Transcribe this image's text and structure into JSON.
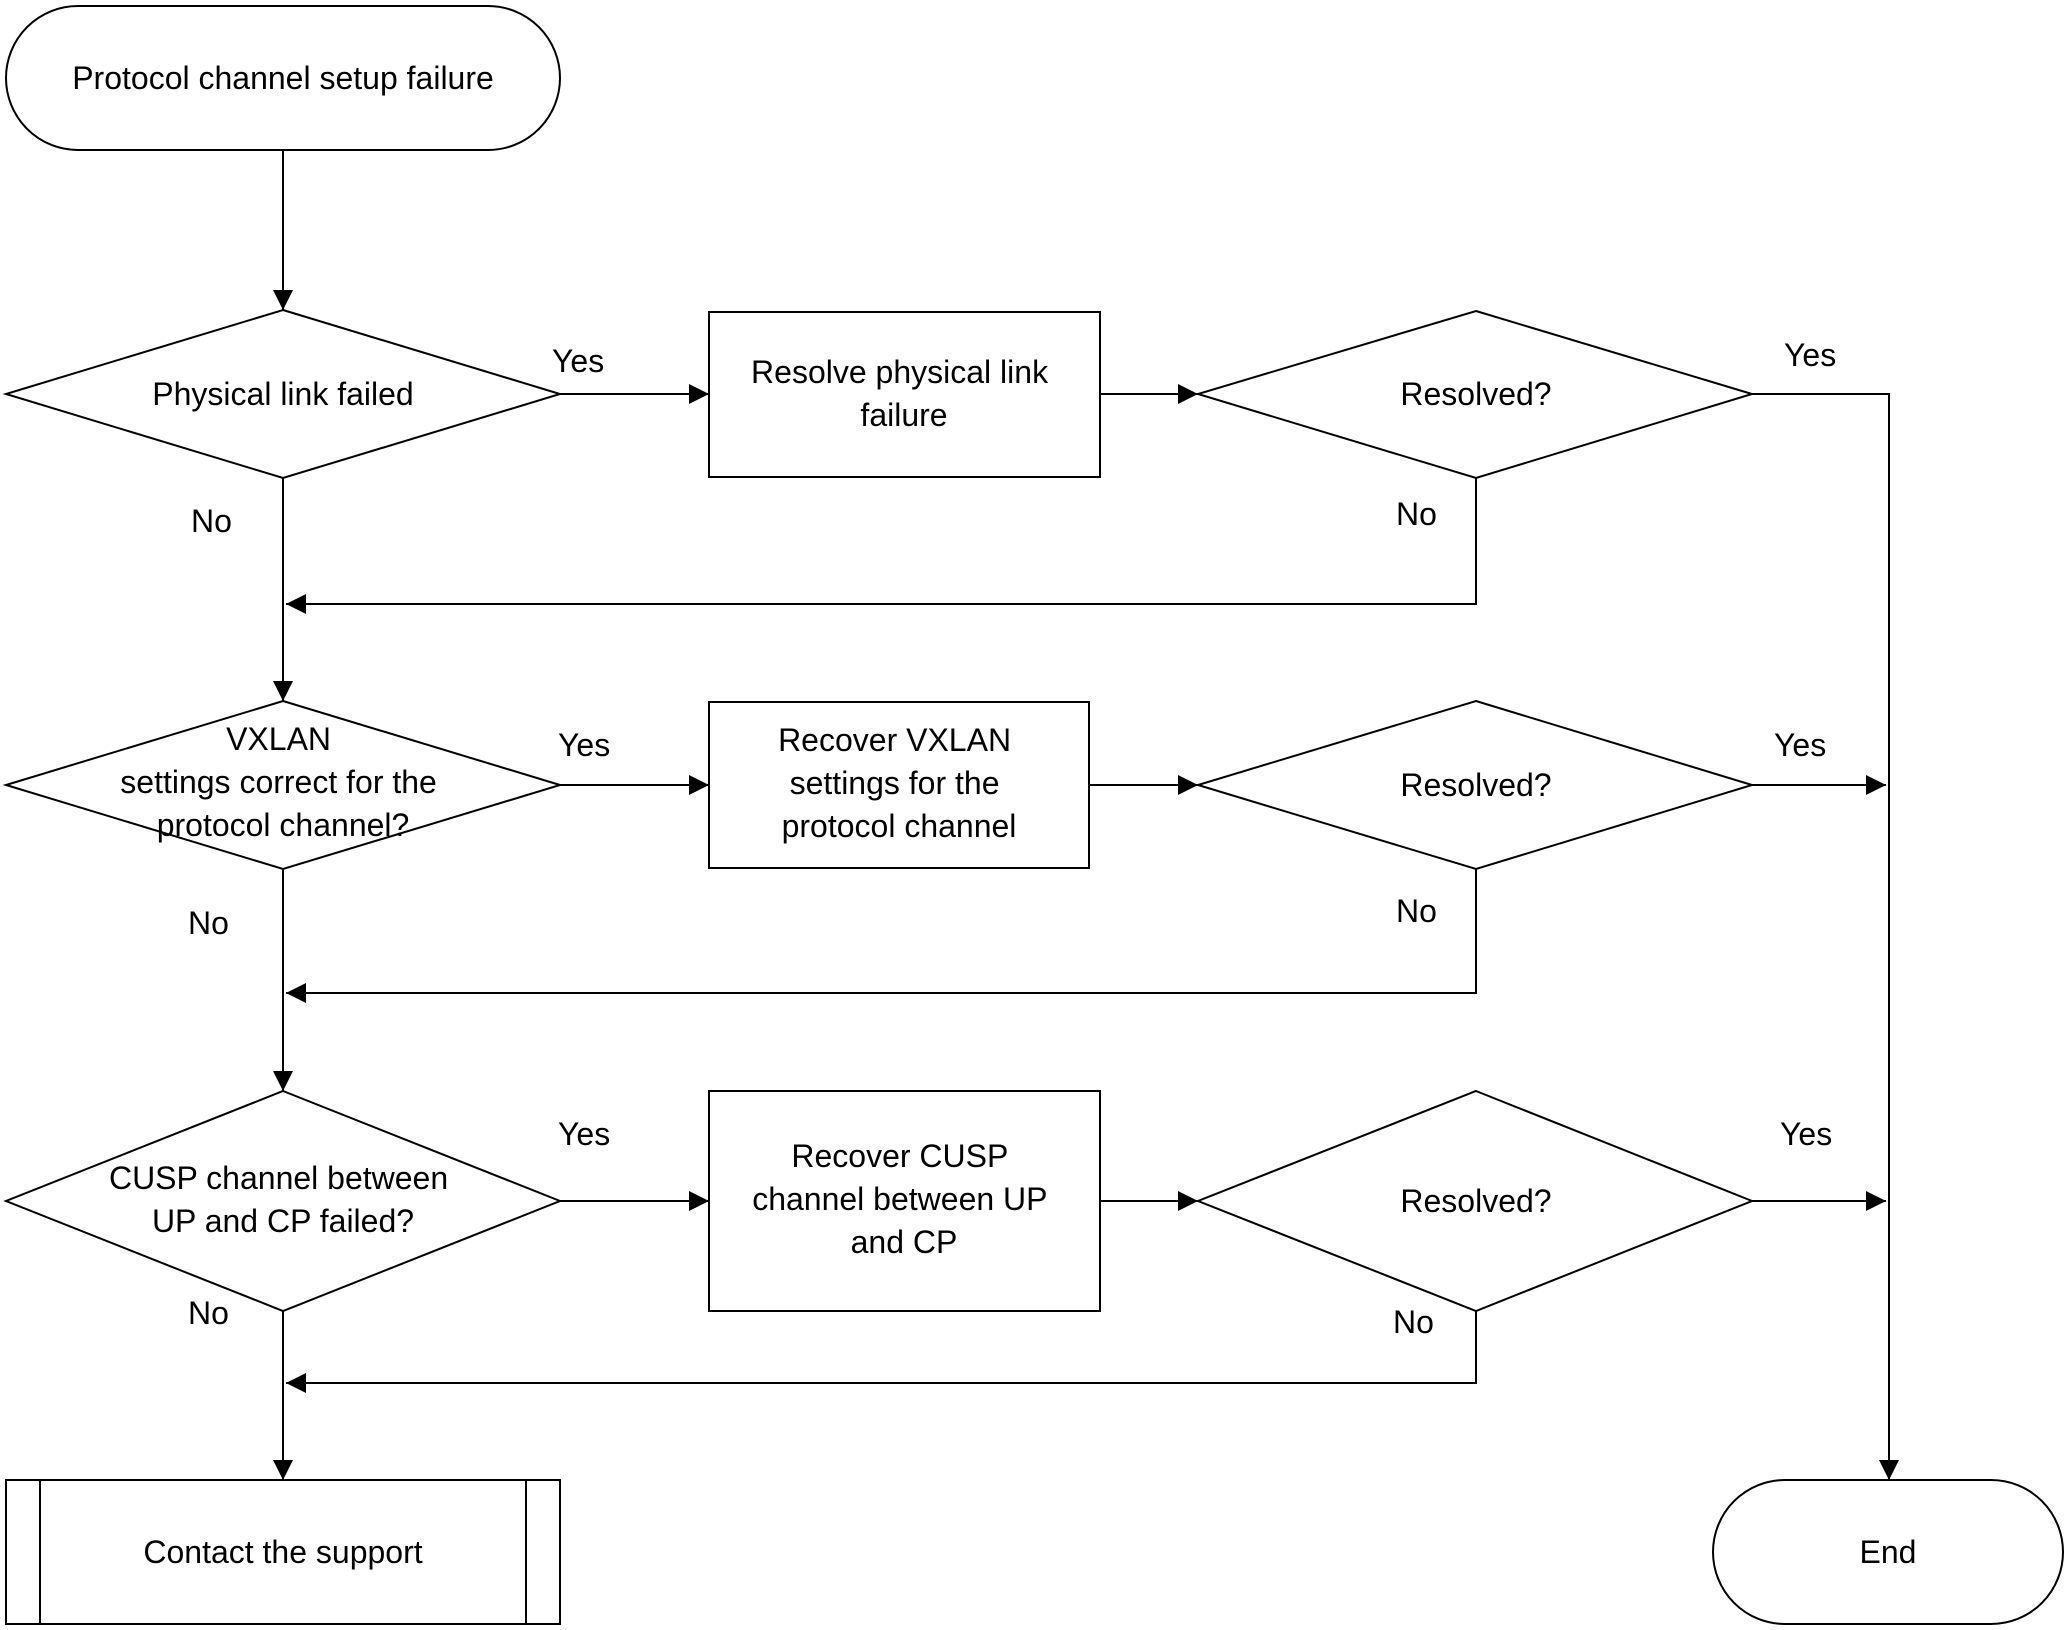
{
  "flowchart": {
    "start": "Protocol channel setup failure",
    "end": "End",
    "contact": "Contact the support",
    "decisions": {
      "physical_link": [
        "Physical link failed"
      ],
      "vxlan": [
        "VXLAN",
        "settings correct for the",
        "protocol channel?"
      ],
      "cusp": [
        "CUSP channel between",
        "UP and CP failed?"
      ]
    },
    "actions": {
      "resolve_physical": [
        "Resolve physical link",
        "failure"
      ],
      "recover_vxlan": [
        "Recover VXLAN",
        "settings for the",
        "protocol channel"
      ],
      "recover_cusp": [
        "Recover CUSP",
        "channel between UP",
        "and CP"
      ]
    },
    "checks": {
      "resolved_1": "Resolved?",
      "resolved_2": "Resolved?",
      "resolved_3": "Resolved?"
    },
    "branch_labels": {
      "yes": "Yes",
      "no": "No"
    }
  }
}
